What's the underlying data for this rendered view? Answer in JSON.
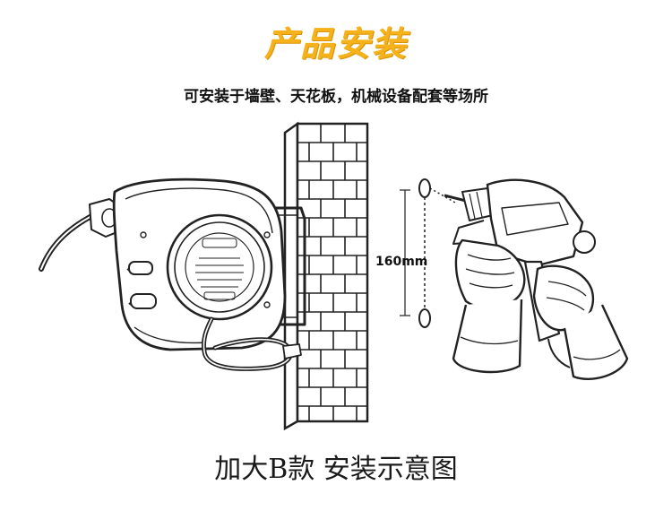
{
  "title": "产品安装",
  "subtitle": "可安装于墙壁、天花板，机械设备配套等场所",
  "caption": "加大B款  安装示意图",
  "dimension_label": "160mm",
  "colors": {
    "title": "#f6b21a",
    "line": "#222222"
  },
  "icons": {
    "reel": "hose-reel-icon",
    "wall": "brick-wall-icon",
    "drill": "power-drill-icon"
  }
}
